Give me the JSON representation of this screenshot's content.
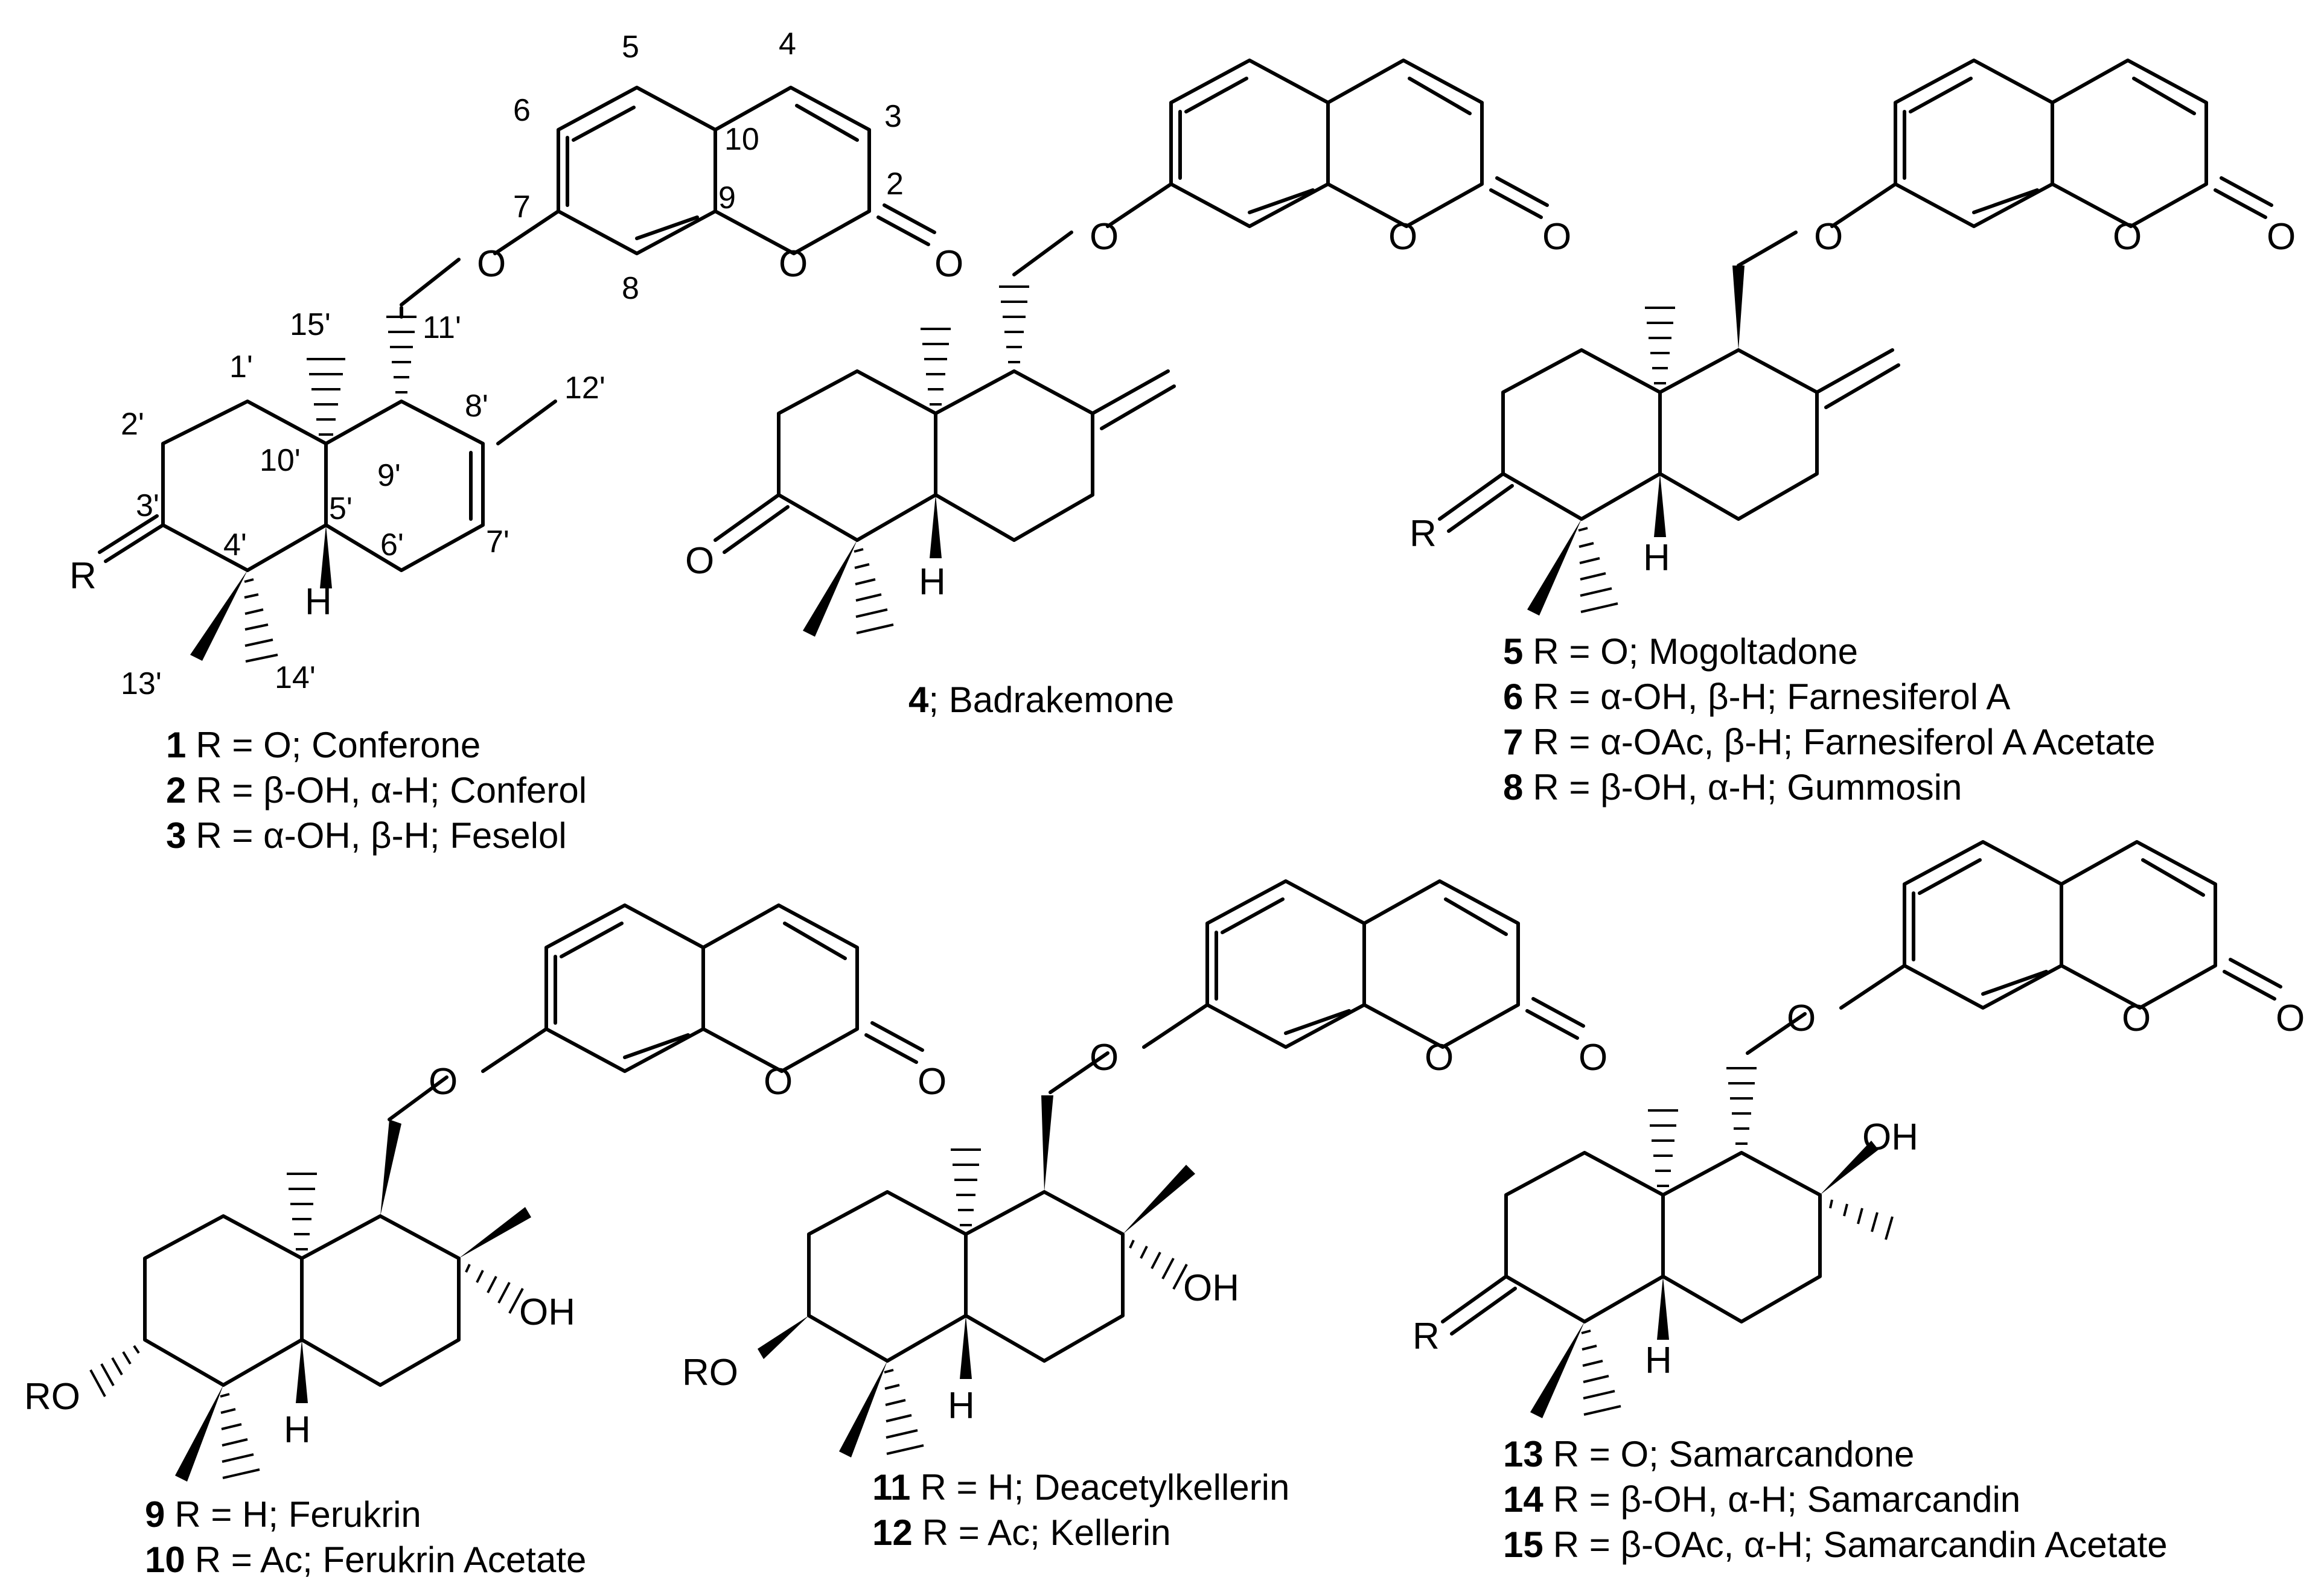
{
  "ring_labels": {
    "n5": "5",
    "n4": "4",
    "n6": "6",
    "n3": "3",
    "n10": "10",
    "n2": "2",
    "n7": "7",
    "n9": "9",
    "n8": "8",
    "n15p": "15'",
    "n11p": "11'",
    "n1p": "1'",
    "n8p": "8'",
    "n12p": "12'",
    "n2p": "2'",
    "n9p": "9'",
    "n10p": "10'",
    "n3p": "3'",
    "n5p": "5'",
    "n6p": "6'",
    "n7p": "7'",
    "n4p": "4'",
    "n13p": "13'",
    "n14p": "14'"
  },
  "atoms": {
    "O": "O",
    "R": "R",
    "H": "H",
    "OH": "OH",
    "RO": "RO"
  },
  "compounds": [
    {
      "id": "1",
      "name": "R = O; Conferone"
    },
    {
      "id": "2",
      "name": "R = β-OH, α-H; Conferol"
    },
    {
      "id": "3",
      "name": "R = α-OH, β-H; Feselol"
    },
    {
      "id": "4",
      "name": "; Badrakemone"
    },
    {
      "id": "5",
      "name": "R = O; Mogoltadone"
    },
    {
      "id": "6",
      "name": "R = α-OH, β-H; Farnesiferol A"
    },
    {
      "id": "7",
      "name": "R = α-OAc, β-H; Farnesiferol A Acetate"
    },
    {
      "id": "8",
      "name": "R = β-OH, α-H; Gummosin"
    },
    {
      "id": "9",
      "name": "R = H; Ferukrin"
    },
    {
      "id": "10",
      "name": "R = Ac; Ferukrin Acetate"
    },
    {
      "id": "11",
      "name": "R = H; Deacetylkellerin"
    },
    {
      "id": "12",
      "name": "R = Ac; Kellerin"
    },
    {
      "id": "13",
      "name": "R = O; Samarcandone"
    },
    {
      "id": "14",
      "name": "R = β-OH, α-H; Samarcandin"
    },
    {
      "id": "15",
      "name": "R = β-OAc, α-H; Samarcandin Acetate"
    }
  ]
}
